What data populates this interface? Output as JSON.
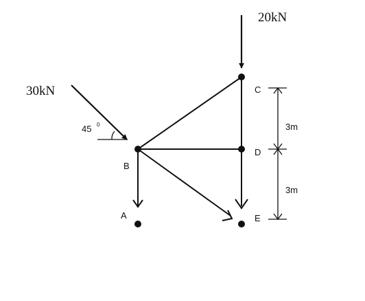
{
  "loads": {
    "top": "20kN",
    "left": "30kN",
    "angle": "45",
    "degree_symbol": "0"
  },
  "nodes": {
    "a": "A",
    "b": "B",
    "c": "C",
    "d": "D",
    "e": "E"
  },
  "dimensions": {
    "upper": "3m",
    "lower": "3m"
  }
}
